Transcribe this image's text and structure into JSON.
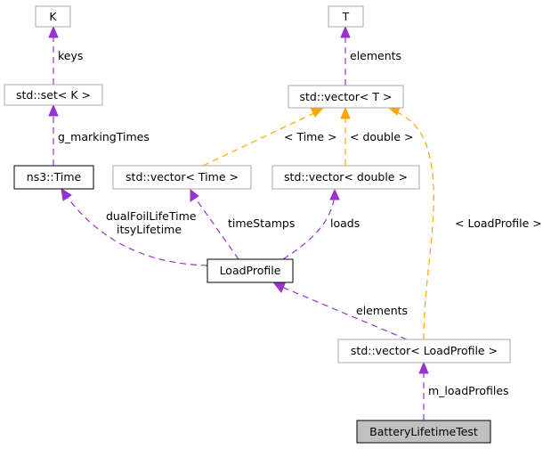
{
  "nodes": {
    "k": {
      "label": "K"
    },
    "t": {
      "label": "T"
    },
    "set_k": {
      "label": "std::set< K >"
    },
    "vector_t": {
      "label": "std::vector< T >"
    },
    "ns3_time": {
      "label": "ns3::Time"
    },
    "vector_time": {
      "label": "std::vector< Time >"
    },
    "vector_double": {
      "label": "std::vector< double >"
    },
    "load_profile": {
      "label": "LoadProfile"
    },
    "vector_load_profile": {
      "label": "std::vector< LoadProfile >"
    },
    "battery_lifetime_test": {
      "label": "BatteryLifetimeTest"
    }
  },
  "edges": {
    "keys": {
      "label": "keys"
    },
    "elements_t": {
      "label": "elements"
    },
    "g_marking_times": {
      "label": "g_markingTimes"
    },
    "tmpl_time": {
      "label": "< Time >"
    },
    "tmpl_double": {
      "label": "< double >"
    },
    "tmpl_load_profile": {
      "label": "< LoadProfile >"
    },
    "dual_foil": {
      "label": "dualFoilLifeTime"
    },
    "itsy_lifetime": {
      "label": "itsyLifetime"
    },
    "time_stamps": {
      "label": "timeStamps"
    },
    "loads": {
      "label": "loads"
    },
    "elements_lp": {
      "label": "elements"
    },
    "m_load_profiles": {
      "label": "m_loadProfiles"
    }
  },
  "colors": {
    "usage_edge": "#9a32cd",
    "template_edge": "#ffa500",
    "focus_fill": "#c0c0c0",
    "box_border": "#a8a8a8"
  }
}
